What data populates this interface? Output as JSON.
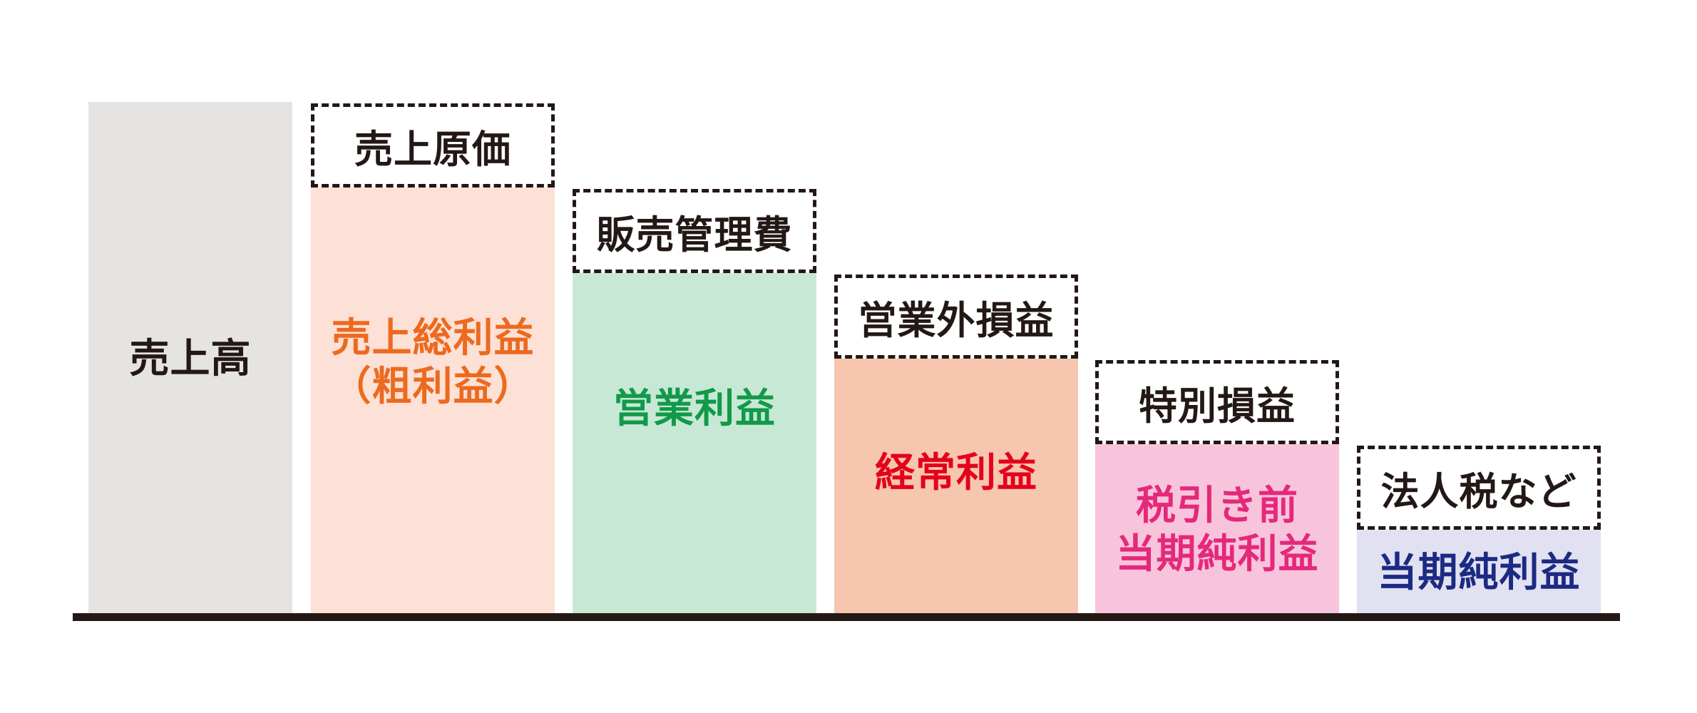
{
  "colors": {
    "ink": "#231815",
    "sales_fill": "#e6e3e3",
    "gross_fill": "#fde0d6",
    "operating_fill": "#c8e8d6",
    "ordinary_fill": "#f6c6ae",
    "pretax_fill": "#f8c4dc",
    "net_fill": "#e1e1f1",
    "gross_text": "#ec6a1f",
    "operating_text": "#12994a",
    "ordinary_text": "#e5001c",
    "pretax_text": "#e5297a",
    "net_text": "#1c2a83"
  },
  "columns": [
    {
      "id": "sales",
      "bar_label": "売上高",
      "deduction_label": ""
    },
    {
      "id": "gross",
      "bar_label": "売上総利益\n（粗利益）",
      "deduction_label": "売上原価"
    },
    {
      "id": "operating",
      "bar_label": "営業利益",
      "deduction_label": "販売管理費"
    },
    {
      "id": "ordinary",
      "bar_label": "経常利益",
      "deduction_label": "営業外損益"
    },
    {
      "id": "pretax",
      "bar_label": "税引き前\n当期純利益",
      "deduction_label": "特別損益"
    },
    {
      "id": "net",
      "bar_label": "当期純利益",
      "deduction_label": "法人税など"
    }
  ]
}
